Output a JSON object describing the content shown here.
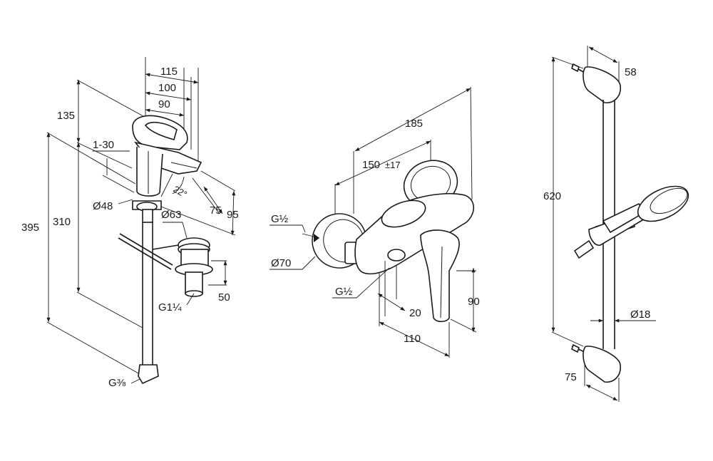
{
  "basin_mixer": {
    "dims": {
      "d115": "115",
      "d100": "100",
      "d90": "90",
      "d135": "135",
      "d1_30": "1-30",
      "d22": "22°",
      "d48": "Ø48",
      "d63": "Ø63",
      "d75": "75",
      "d95": "95",
      "d395": "395",
      "d310": "310",
      "d50": "50",
      "g114": "G1¼",
      "g38": "G⅜"
    }
  },
  "shower_mixer": {
    "dims": {
      "d185": "185",
      "d150": "150",
      "d150_tol": "±17",
      "g12_top": "G½",
      "d70": "Ø70",
      "g12_bottom": "G½",
      "d20": "20",
      "d90": "90",
      "d110": "110"
    }
  },
  "shower_rail": {
    "dims": {
      "d58": "58",
      "d620": "620",
      "d18": "Ø18",
      "d75": "75"
    }
  }
}
